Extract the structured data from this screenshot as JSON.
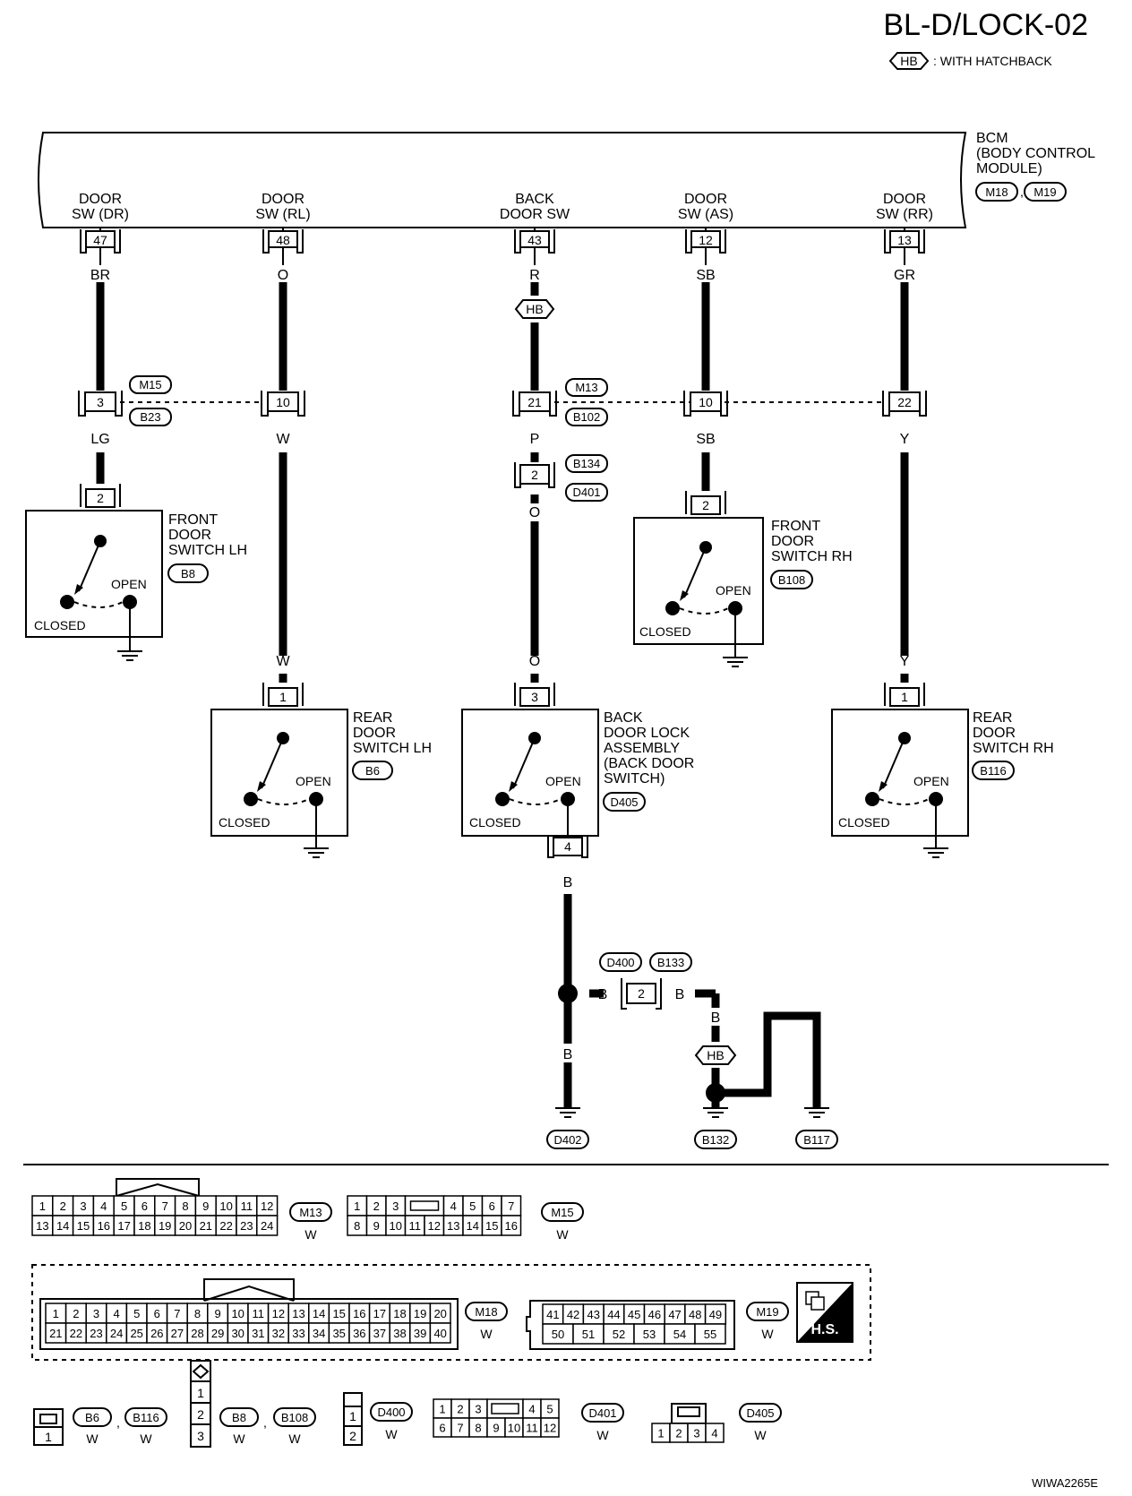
{
  "header": {
    "title": "BL-D/LOCK-02",
    "hb_symbol": "HB",
    "hb_legend": ": WITH HATCHBACK"
  },
  "bcm": {
    "lines": [
      "BCM",
      "(BODY CONTROL",
      "MODULE)"
    ],
    "connectors": [
      "M18",
      "M19"
    ]
  },
  "bcm_pins": [
    {
      "label": [
        "DOOR",
        "SW (DR)"
      ],
      "pin": "47",
      "wire": "BR"
    },
    {
      "label": [
        "DOOR",
        "SW (RL)"
      ],
      "pin": "48",
      "wire": "O"
    },
    {
      "label": [
        "BACK",
        "DOOR SW"
      ],
      "pin": "43",
      "wire": "R"
    },
    {
      "label": [
        "DOOR",
        "SW (AS)"
      ],
      "pin": "12",
      "wire": "SB"
    },
    {
      "label": [
        "DOOR",
        "SW (RR)"
      ],
      "pin": "13",
      "wire": "GR"
    }
  ],
  "junction": {
    "left_connectors": [
      "M15",
      "B23"
    ],
    "right_connectors": [
      "M13",
      "B102"
    ],
    "pins": [
      "3",
      "10",
      "21",
      "10",
      "22"
    ],
    "wires_below": [
      "LG",
      "W",
      "P",
      "SB",
      "Y"
    ]
  },
  "inline_b134": {
    "pin": "2",
    "connectors": [
      "B134",
      "D401"
    ],
    "wire": "O"
  },
  "switches": [
    {
      "name": [
        "FRONT",
        "DOOR",
        "SWITCH LH"
      ],
      "connector": "B8",
      "pin": "2"
    },
    {
      "name": [
        "REAR",
        "DOOR",
        "SWITCH LH"
      ],
      "connector": "B6",
      "pin": "1",
      "wire": "W"
    },
    {
      "name": [
        "BACK",
        "DOOR LOCK",
        "ASSEMBLY",
        "(BACK DOOR",
        "SWITCH)"
      ],
      "connector": "D405",
      "pin": "3",
      "pin_out": "4",
      "wire": "O"
    },
    {
      "name": [
        "FRONT",
        "DOOR",
        "SWITCH RH"
      ],
      "connector": "B108",
      "pin": "2"
    },
    {
      "name": [
        "REAR",
        "DOOR",
        "SWITCH RH"
      ],
      "connector": "B116",
      "pin": "1",
      "wire": "Y"
    }
  ],
  "switch_states": {
    "open": "OPEN",
    "closed": "CLOSED"
  },
  "ground": {
    "wire": "B",
    "joint_connectors": [
      "D400",
      "B133"
    ],
    "joint_pin": "2",
    "grounds": [
      "D402",
      "B132",
      "B117"
    ]
  },
  "connector_views": {
    "m13": {
      "name": "M13",
      "color": "W",
      "row1": [
        "1",
        "2",
        "3",
        "4",
        "5",
        "6",
        "7",
        "8",
        "9",
        "10",
        "11",
        "12"
      ],
      "row2": [
        "13",
        "14",
        "15",
        "16",
        "17",
        "18",
        "19",
        "20",
        "21",
        "22",
        "23",
        "24"
      ]
    },
    "m15": {
      "name": "M15",
      "color": "W",
      "row1": [
        "1",
        "2",
        "3",
        "4",
        "5",
        "6",
        "7"
      ],
      "row2": [
        "8",
        "9",
        "10",
        "11",
        "12",
        "13",
        "14",
        "15",
        "16"
      ]
    },
    "m18": {
      "name": "M18",
      "color": "W",
      "row1": [
        "1",
        "2",
        "3",
        "4",
        "5",
        "6",
        "7",
        "8",
        "9",
        "10",
        "11",
        "12",
        "13",
        "14",
        "15",
        "16",
        "17",
        "18",
        "19",
        "20"
      ],
      "row2": [
        "21",
        "22",
        "23",
        "24",
        "25",
        "26",
        "27",
        "28",
        "29",
        "30",
        "31",
        "32",
        "33",
        "34",
        "35",
        "36",
        "37",
        "38",
        "39",
        "40"
      ]
    },
    "m19": {
      "name": "M19",
      "color": "W",
      "row1": [
        "41",
        "42",
        "43",
        "44",
        "45",
        "46",
        "47",
        "48",
        "49"
      ],
      "row2": [
        "50",
        "51",
        "52",
        "53",
        "54",
        "55"
      ]
    },
    "hs": "H.S.",
    "b6_b116": {
      "names": [
        "B6",
        "B116"
      ],
      "colors": [
        "W",
        "W"
      ],
      "pins": [
        "1"
      ]
    },
    "b8_b108": {
      "names": [
        "B8",
        "B108"
      ],
      "colors": [
        "W",
        "W"
      ],
      "pins": [
        "1",
        "2",
        "3"
      ]
    },
    "d400": {
      "name": "D400",
      "color": "W",
      "pins": [
        "1",
        "2"
      ]
    },
    "d401": {
      "name": "D401",
      "color": "W",
      "row1": [
        "1",
        "2",
        "3",
        "4",
        "5"
      ],
      "row2": [
        "6",
        "7",
        "8",
        "9",
        "10",
        "11",
        "12"
      ]
    },
    "d405": {
      "name": "D405",
      "color": "W",
      "pins": [
        "1",
        "2",
        "3",
        "4"
      ]
    }
  },
  "footer_code": "WIWA2265E"
}
